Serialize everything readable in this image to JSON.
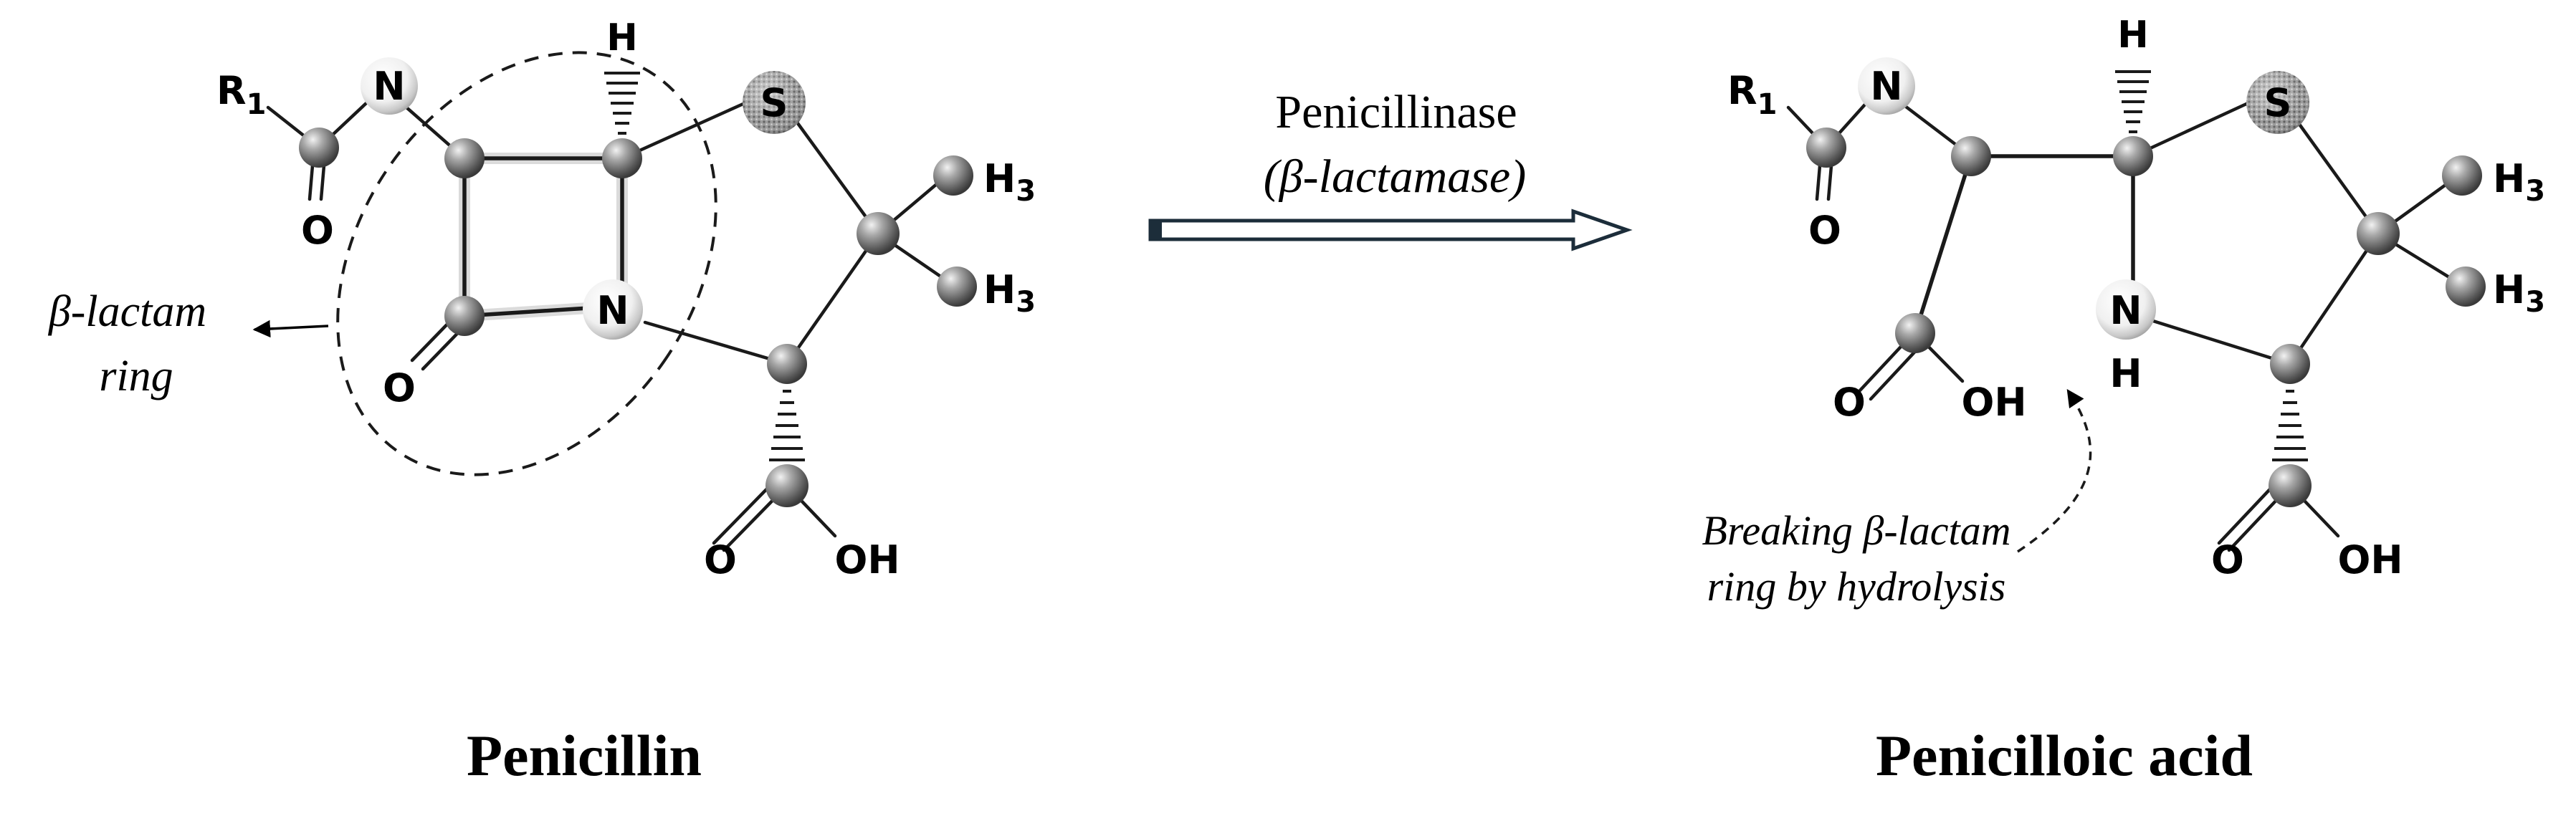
{
  "left_molecule": {
    "name": "Penicillin",
    "atoms": {
      "r1": "R",
      "r1_sub": "1",
      "amide_n": "N",
      "amide_o": "O",
      "h_top": "H",
      "s": "S",
      "lactam_n": "N",
      "lactam_o": "O",
      "methyl_1": "H",
      "methyl_1_sub": "3",
      "methyl_2": "H",
      "methyl_2_sub": "3",
      "acid_o": "O",
      "acid_oh": "OH"
    },
    "ring_label_line1": "β-lactam",
    "ring_label_line2": "ring"
  },
  "reaction": {
    "enzyme": "Penicillinase",
    "enzyme_alt": "(β-lactamase)"
  },
  "right_molecule": {
    "name": "Penicilloic acid",
    "atoms": {
      "r1": "R",
      "r1_sub": "1",
      "amide_n": "N",
      "amide_o": "O",
      "h_top": "H",
      "s": "S",
      "methyl_1": "H",
      "methyl_1_sub": "3",
      "methyl_2": "H",
      "methyl_2_sub": "3",
      "nh_n": "N",
      "nh_h": "H",
      "side_acid_o": "O",
      "side_acid_oh": "OH",
      "acid_o": "O",
      "acid_oh": "OH"
    },
    "annotation_line1": "Breaking β-lactam",
    "annotation_line2": "ring by hydrolysis"
  }
}
